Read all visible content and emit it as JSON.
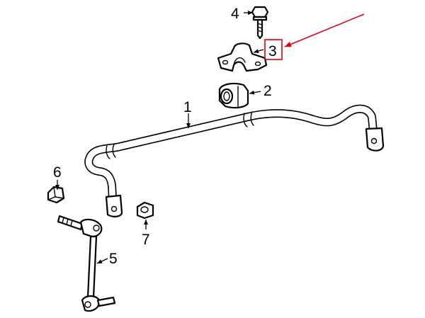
{
  "callouts": {
    "c1": "1",
    "c2": "2",
    "c3": "3",
    "c4": "4",
    "c5": "5",
    "c6": "6",
    "c7": "7"
  },
  "parts": {
    "p1": "stabilizer-bar",
    "p2": "bushing",
    "p3": "bracket",
    "p4": "bolt",
    "p5": "stabilizer-link",
    "p6": "nut",
    "p7": "nut"
  },
  "highlight": {
    "callout": "3",
    "color": "#e3000f"
  },
  "colors": {
    "line": "#000000",
    "background": "#ffffff",
    "highlight": "#e3000f"
  }
}
